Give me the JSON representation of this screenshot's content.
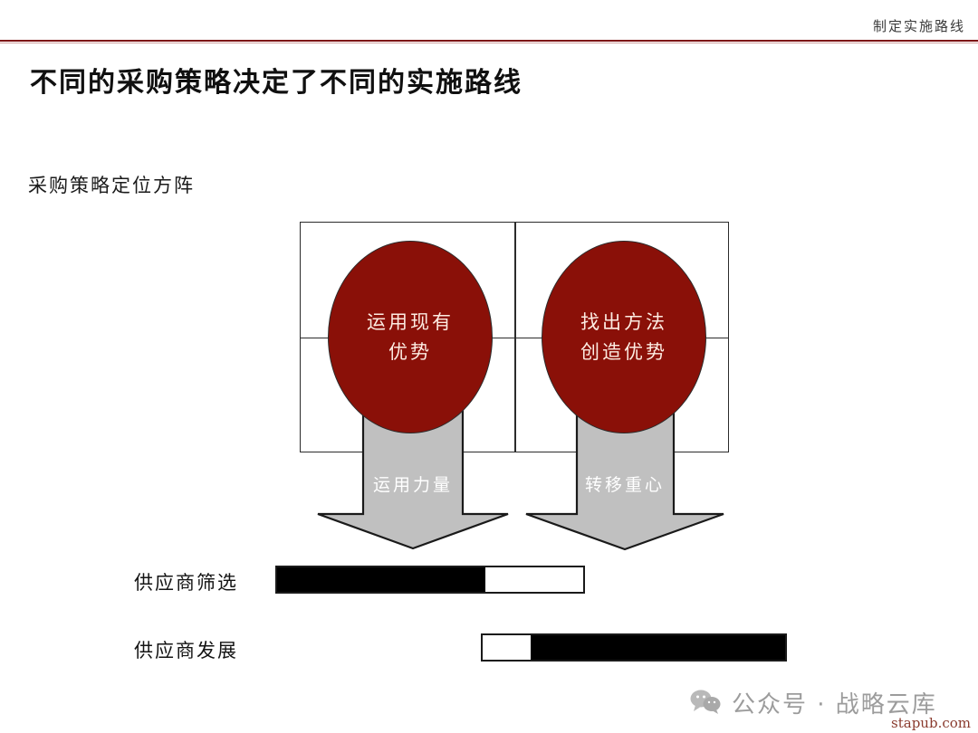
{
  "header": {
    "label": "制定实施路线"
  },
  "title": "不同的采购策略决定了不同的实施路线",
  "subtitle": "采购策略定位方阵",
  "matrix": {
    "ellipses": [
      {
        "line1": "运用现有",
        "line2": "优势"
      },
      {
        "line1": "找出方法",
        "line2": "创造优势"
      }
    ]
  },
  "arrows": [
    {
      "label": "运用力量"
    },
    {
      "label": "转移重心"
    }
  ],
  "bars": [
    {
      "label": "供应商筛选",
      "dark_pct": 68,
      "light_pct": 32,
      "dark_first": true
    },
    {
      "label": "供应商发展",
      "dark_pct": 84,
      "light_pct": 16,
      "dark_first": false
    }
  ],
  "footer": {
    "account": "公众号 · 战略云库",
    "url": "stapub.com",
    "wechat_icon": "wechat-icon"
  },
  "colors": {
    "accent_red": "#8a1008",
    "rule_red": "#7d1113",
    "arrow_gray": "#c0c0c0",
    "bar_black": "#000000",
    "watermark_gray": "#9c9c9c",
    "url_red": "#8a3b2e"
  }
}
